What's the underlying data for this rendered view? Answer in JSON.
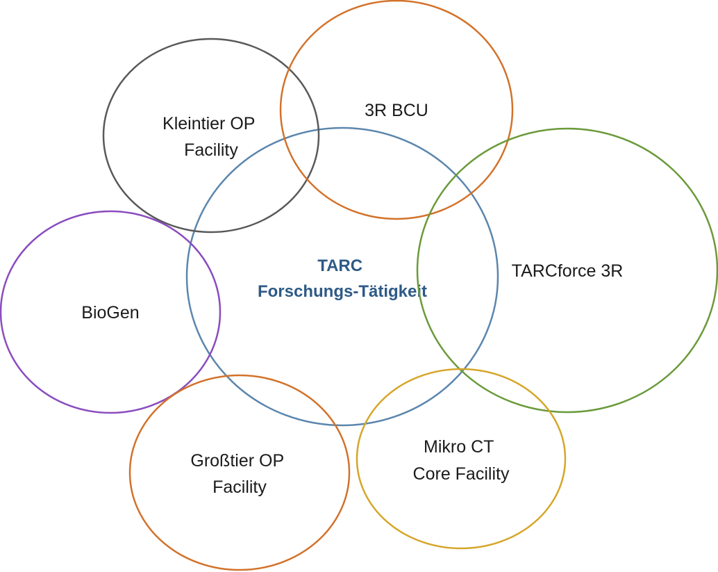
{
  "nodes": [
    {
      "id": "tarc",
      "lines": [
        "TARC",
        "Forschungs-Tätigkeit"
      ],
      "color": "#5b86ad",
      "center": true
    },
    {
      "id": "kleintier",
      "lines": [
        "Kleintier OP",
        "Facility"
      ],
      "color": "#595959"
    },
    {
      "id": "bcu",
      "lines": [
        "3R BCU"
      ],
      "color": "#d2722a"
    },
    {
      "id": "tarcforce",
      "lines": [
        "TARCforce 3R"
      ],
      "color": "#6a9a3a"
    },
    {
      "id": "biogen",
      "lines": [
        "BioGen"
      ],
      "color": "#8a4cbf"
    },
    {
      "id": "grosstier",
      "lines": [
        "Großtier OP",
        "Facility"
      ],
      "color": "#d2722a"
    },
    {
      "id": "mikroct",
      "lines": [
        "Mikro CT",
        "Core Facility"
      ],
      "color": "#d6a62a"
    }
  ]
}
